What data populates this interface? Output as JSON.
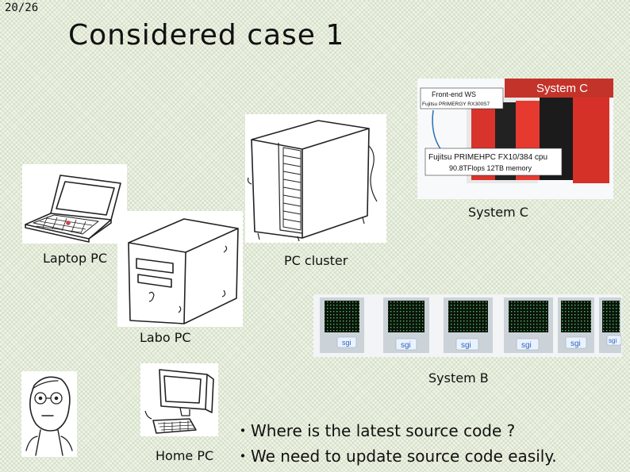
{
  "page_number": "20/26",
  "title": "Considered case 1",
  "labels": {
    "laptop": "Laptop PC",
    "labo": "Labo PC",
    "cluster": "PC cluster",
    "system_c": "System C",
    "system_b": "System B",
    "home": "Home PC"
  },
  "system_c_photo": {
    "heading": "System C",
    "frontend_line1": "Front-end WS",
    "frontend_line2": "Fujitsu PRIMERGY RX300S7",
    "spec_line1": "Fujitsu PRIMEHPC FX10/384 cpu",
    "spec_line2": "90.8TFlops 12TB memory"
  },
  "system_b_logo": "sgi",
  "bullets": [
    "・Where is the latest source code ?",
    "・We need to update source code easily."
  ]
}
